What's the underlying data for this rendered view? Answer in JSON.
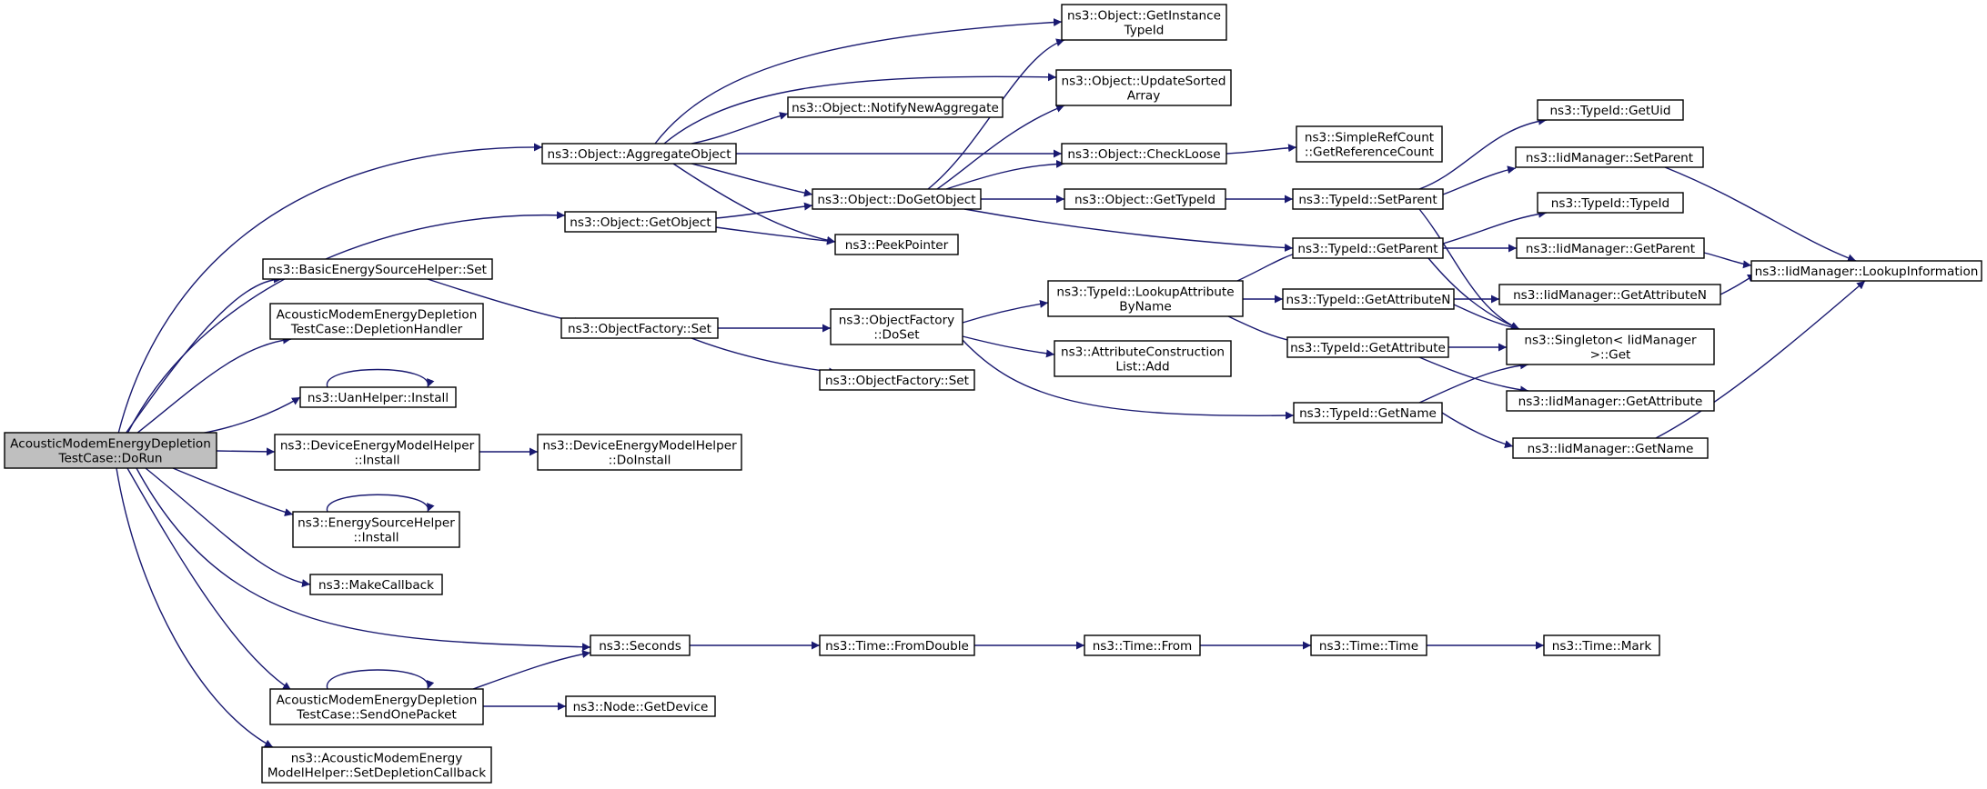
{
  "diagram": {
    "edge_color": "#191970",
    "root_fill": "#bfbfbf",
    "nodes": [
      {
        "id": "n0",
        "lines": [
          "AcousticModemEnergyDepletion",
          "TestCase::DoRun"
        ],
        "root": true
      },
      {
        "id": "n1",
        "lines": [
          "ns3::Object::AggregateObject"
        ]
      },
      {
        "id": "n2",
        "lines": [
          "ns3::Object::GetObject"
        ]
      },
      {
        "id": "n3",
        "lines": [
          "ns3::BasicEnergySourceHelper::Set"
        ]
      },
      {
        "id": "n4",
        "lines": [
          "AcousticModemEnergyDepletion",
          "TestCase::DepletionHandler"
        ]
      },
      {
        "id": "n5",
        "lines": [
          "ns3::UanHelper::Install"
        ]
      },
      {
        "id": "n6",
        "lines": [
          "ns3::DeviceEnergyModelHelper",
          "::Install"
        ]
      },
      {
        "id": "n7",
        "lines": [
          "ns3::EnergySourceHelper",
          "::Install"
        ]
      },
      {
        "id": "n8",
        "lines": [
          "ns3::MakeCallback"
        ]
      },
      {
        "id": "n9",
        "lines": [
          "ns3::Seconds"
        ]
      },
      {
        "id": "n10",
        "lines": [
          "AcousticModemEnergyDepletion",
          "TestCase::SendOnePacket"
        ]
      },
      {
        "id": "n11",
        "lines": [
          "ns3::AcousticModemEnergy",
          "ModelHelper::SetDepletionCallback"
        ]
      },
      {
        "id": "n12",
        "lines": [
          "ns3::Object::GetInstance",
          "TypeId"
        ]
      },
      {
        "id": "n13",
        "lines": [
          "ns3::Object::UpdateSorted",
          "Array"
        ]
      },
      {
        "id": "n14",
        "lines": [
          "ns3::Object::NotifyNewAggregate"
        ]
      },
      {
        "id": "n15",
        "lines": [
          "ns3::Object::CheckLoose"
        ]
      },
      {
        "id": "n16",
        "lines": [
          "ns3::Object::DoGetObject"
        ]
      },
      {
        "id": "n17",
        "lines": [
          "ns3::PeekPointer"
        ]
      },
      {
        "id": "n18",
        "lines": [
          "ns3::ObjectFactory::Set"
        ]
      },
      {
        "id": "n19",
        "lines": [
          "ns3::ObjectFactory",
          "::DoSet"
        ]
      },
      {
        "id": "n20",
        "lines": [
          "ns3::ObjectFactory::Set"
        ]
      },
      {
        "id": "n21",
        "lines": [
          "ns3::DeviceEnergyModelHelper",
          "::DoInstall"
        ]
      },
      {
        "id": "n22",
        "lines": [
          "ns3::Time::FromDouble"
        ]
      },
      {
        "id": "n23",
        "lines": [
          "ns3::Node::GetDevice"
        ]
      },
      {
        "id": "n24",
        "lines": [
          "ns3::SimpleRefCount",
          "::GetReferenceCount"
        ]
      },
      {
        "id": "n25",
        "lines": [
          "ns3::Object::GetTypeId"
        ]
      },
      {
        "id": "n26",
        "lines": [
          "ns3::TypeId::LookupAttribute",
          "ByName"
        ]
      },
      {
        "id": "n27",
        "lines": [
          "ns3::AttributeConstruction",
          "List::Add"
        ]
      },
      {
        "id": "n28",
        "lines": [
          "ns3::Time::From"
        ]
      },
      {
        "id": "n29",
        "lines": [
          "ns3::TypeId::SetParent"
        ]
      },
      {
        "id": "n30",
        "lines": [
          "ns3::TypeId::GetParent"
        ]
      },
      {
        "id": "n31",
        "lines": [
          "ns3::TypeId::GetAttributeN"
        ]
      },
      {
        "id": "n32",
        "lines": [
          "ns3::TypeId::GetAttribute"
        ]
      },
      {
        "id": "n33",
        "lines": [
          "ns3::TypeId::GetName"
        ]
      },
      {
        "id": "n34",
        "lines": [
          "ns3::Time::Time"
        ]
      },
      {
        "id": "n35",
        "lines": [
          "ns3::TypeId::GetUid"
        ]
      },
      {
        "id": "n36",
        "lines": [
          "ns3::IidManager::SetParent"
        ]
      },
      {
        "id": "n37",
        "lines": [
          "ns3::TypeId::TypeId"
        ]
      },
      {
        "id": "n38",
        "lines": [
          "ns3::IidManager::GetParent"
        ]
      },
      {
        "id": "n39",
        "lines": [
          "ns3::IidManager::GetAttributeN"
        ]
      },
      {
        "id": "n40",
        "lines": [
          "ns3::Singleton< IidManager",
          " >::Get"
        ]
      },
      {
        "id": "n41",
        "lines": [
          "ns3::IidManager::GetAttribute"
        ]
      },
      {
        "id": "n42",
        "lines": [
          "ns3::IidManager::GetName"
        ]
      },
      {
        "id": "n43",
        "lines": [
          "ns3::Time::Mark"
        ]
      },
      {
        "id": "n44",
        "lines": [
          "ns3::IidManager::LookupInformation"
        ]
      }
    ],
    "edges": [
      [
        "n0",
        "n1"
      ],
      [
        "n0",
        "n2"
      ],
      [
        "n0",
        "n3"
      ],
      [
        "n0",
        "n4"
      ],
      [
        "n0",
        "n5"
      ],
      [
        "n0",
        "n6"
      ],
      [
        "n0",
        "n7"
      ],
      [
        "n0",
        "n8"
      ],
      [
        "n0",
        "n9"
      ],
      [
        "n0",
        "n10"
      ],
      [
        "n0",
        "n11"
      ],
      [
        "n1",
        "n12"
      ],
      [
        "n1",
        "n13"
      ],
      [
        "n1",
        "n14"
      ],
      [
        "n1",
        "n15"
      ],
      [
        "n1",
        "n16"
      ],
      [
        "n1",
        "n17"
      ],
      [
        "n2",
        "n16"
      ],
      [
        "n2",
        "n17"
      ],
      [
        "n3",
        "n18"
      ],
      [
        "n18",
        "n19"
      ],
      [
        "n18",
        "n20"
      ],
      [
        "n5",
        "n5"
      ],
      [
        "n6",
        "n21"
      ],
      [
        "n7",
        "n7"
      ],
      [
        "n9",
        "n22"
      ],
      [
        "n10",
        "n10"
      ],
      [
        "n10",
        "n9"
      ],
      [
        "n10",
        "n23"
      ],
      [
        "n15",
        "n24"
      ],
      [
        "n16",
        "n12"
      ],
      [
        "n16",
        "n13"
      ],
      [
        "n16",
        "n15"
      ],
      [
        "n16",
        "n25"
      ],
      [
        "n16",
        "n30"
      ],
      [
        "n19",
        "n26"
      ],
      [
        "n19",
        "n27"
      ],
      [
        "n19",
        "n33"
      ],
      [
        "n22",
        "n28"
      ],
      [
        "n28",
        "n34"
      ],
      [
        "n34",
        "n43"
      ],
      [
        "n25",
        "n29"
      ],
      [
        "n26",
        "n30"
      ],
      [
        "n26",
        "n31"
      ],
      [
        "n26",
        "n32"
      ],
      [
        "n29",
        "n35"
      ],
      [
        "n29",
        "n36"
      ],
      [
        "n29",
        "n40"
      ],
      [
        "n30",
        "n37"
      ],
      [
        "n30",
        "n38"
      ],
      [
        "n30",
        "n40"
      ],
      [
        "n31",
        "n39"
      ],
      [
        "n31",
        "n40"
      ],
      [
        "n32",
        "n40"
      ],
      [
        "n32",
        "n41"
      ],
      [
        "n33",
        "n40"
      ],
      [
        "n33",
        "n42"
      ],
      [
        "n36",
        "n44"
      ],
      [
        "n38",
        "n44"
      ],
      [
        "n39",
        "n44"
      ],
      [
        "n42",
        "n44"
      ]
    ]
  }
}
